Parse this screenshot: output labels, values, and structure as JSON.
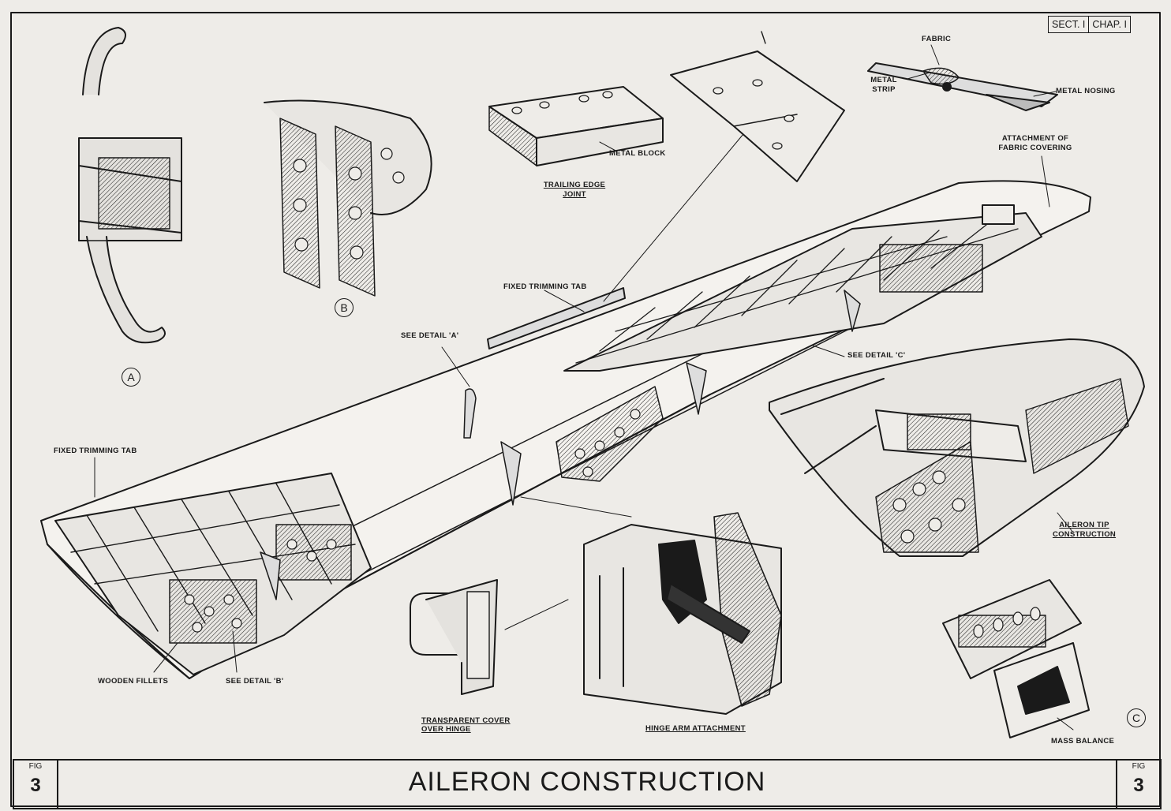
{
  "header": {
    "section": "SECT. I",
    "chapter": "CHAP. I"
  },
  "labels": {
    "fabric": "FABRIC",
    "metal_strip_1": "METAL",
    "metal_strip_2": "STRIP",
    "metal_nosing": "METAL NOSING",
    "attachment_1": "ATTACHMENT OF",
    "attachment_2": "FABRIC COVERING",
    "metal_block": "METAL BLOCK",
    "trailing_edge_1": "TRAILING EDGE",
    "trailing_edge_2": "JOINT",
    "fixed_tab_upper": "FIXED TRIMMING TAB",
    "fixed_tab_lower": "FIXED TRIMMING TAB",
    "see_detail_a": "SEE DETAIL 'A'",
    "see_detail_b": "SEE DETAIL 'B'",
    "see_detail_c": "SEE DETAIL 'C'",
    "wooden_fillets": "WOODEN FILLETS",
    "aileron_tip_1": "AILERON TIP",
    "aileron_tip_2": "CONSTRUCTION",
    "transparent_cover_1": "TRANSPARENT COVER",
    "transparent_cover_2": "OVER HINGE",
    "hinge_arm": "HINGE ARM ATTACHMENT",
    "mass_balance": "MASS BALANCE"
  },
  "details": {
    "a": "A",
    "b": "B",
    "c": "C"
  },
  "title_block": {
    "fig_label_left": "FIG",
    "fig_num_left": "3",
    "title": "AILERON CONSTRUCTION",
    "fig_label_right": "FIG",
    "fig_num_right": "3"
  },
  "colors": {
    "paper": "#eeece8",
    "ink": "#1a1a1a"
  }
}
